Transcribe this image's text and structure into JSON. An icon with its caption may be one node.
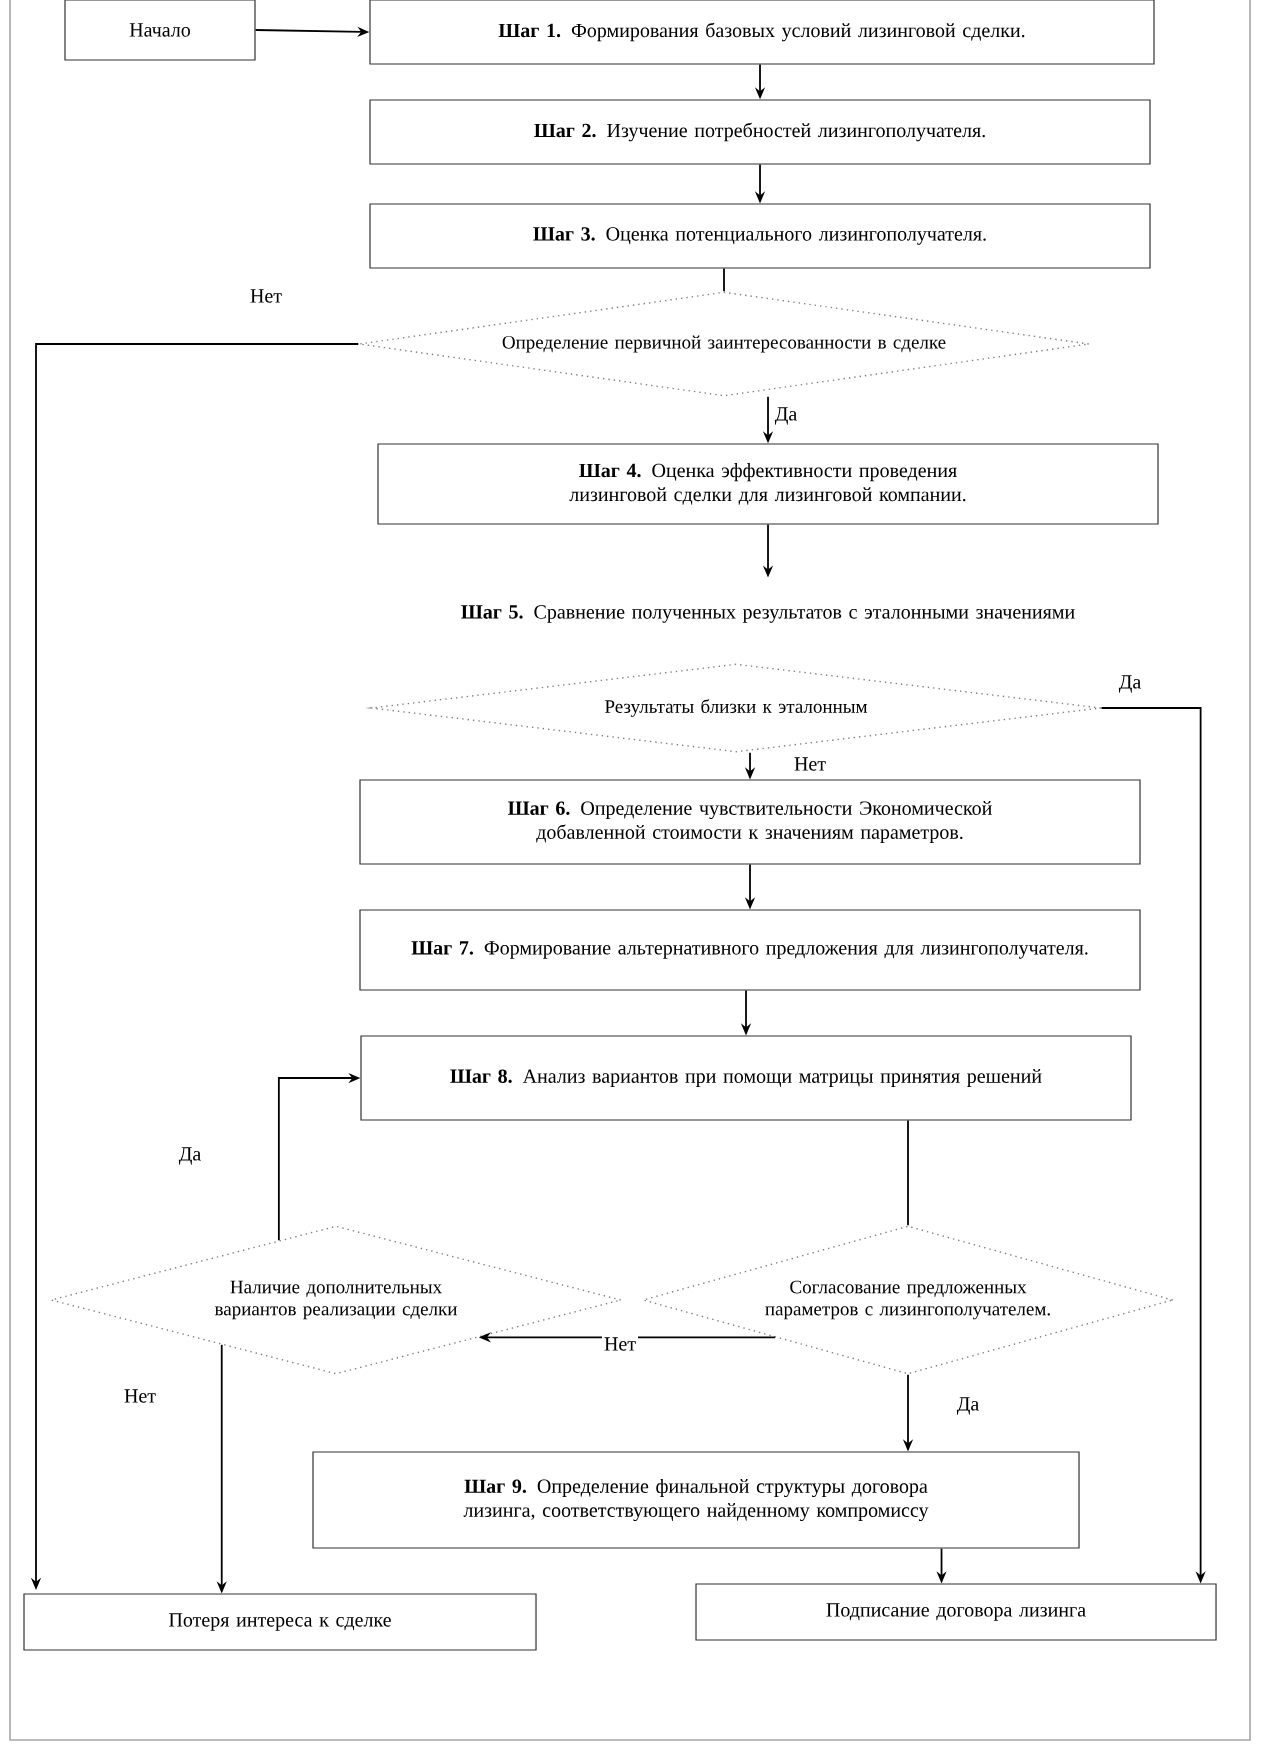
{
  "diagram": {
    "nodes": [
      {
        "text": [
          "Начало"
        ]
      },
      {
        "text": [
          "**Шаг 1.** Формирования базовых условий лизинговой сделки."
        ]
      },
      {
        "text": [
          "**Шаг 2.** Изучение потребностей лизингополучателя."
        ]
      },
      {
        "text": [
          "**Шаг 3.** Оценка потенциального лизингополучателя."
        ]
      },
      {
        "text": [
          "Определение первичной заинтересованности в сделке"
        ]
      },
      {
        "text": [
          "**Шаг 4.** Оценка эффективности проведения лизинговой сделки для лизинговой компании."
        ]
      },
      {
        "text": [
          "**Шаг 5.** Сравнение полученных результатов с эталонными значениями"
        ]
      },
      {
        "text": [
          "Результаты близки к эталонным"
        ]
      },
      {
        "text": [
          "**Шаг 6.** Определение чувствительности Экономической добавленной стоимости к значениям параметров."
        ]
      },
      {
        "text": [
          "**Шаг 7.** Формирование альтернативного предложения для лизингополучателя."
        ]
      },
      {
        "text": [
          "**Шаг 8.** Анализ вариантов при помощи матрицы принятия решений"
        ]
      },
      {
        "text": [
          "Наличие дополнительных вариантов реализации сделки"
        ]
      },
      {
        "text": [
          "Согласование предложенных параметров с лизингополучателем."
        ]
      },
      {
        "text": [
          "**Шаг 9.** Определение финальной структуры договора лизинга, соответствующего найденному компромиссу"
        ]
      },
      {
        "text": [
          "Потеря интереса к сделке"
        ]
      },
      {
        "text": [
          "Подписание договора лизинга"
        ]
      }
    ],
    "edges": [
      {
        "from": 0,
        "to": 1,
        "arrow": "to"
      },
      {
        "from": 1,
        "to": 2,
        "arrow": "to"
      },
      {
        "from": 2,
        "to": 3,
        "arrow": "to"
      },
      {
        "from": 3,
        "to": 4,
        "arrow": "none"
      },
      {
        "from": 4,
        "to": 5,
        "arrow": "to",
        "label": "Да"
      },
      {
        "from": 4,
        "to": 14,
        "arrow": "to",
        "label": "Нет"
      },
      {
        "from": 5,
        "to": 6,
        "arrow": "to"
      },
      {
        "from": 7,
        "to": 8,
        "arrow": "to",
        "label": "Нет"
      },
      {
        "from": 7,
        "to": 15,
        "arrow": "to",
        "label": "Да"
      },
      {
        "from": 8,
        "to": 9,
        "arrow": "to"
      },
      {
        "from": 9,
        "to": 10,
        "arrow": "to"
      },
      {
        "from": 10,
        "to": 12,
        "arrow": "none"
      },
      {
        "from": 12,
        "to": 11,
        "arrow": "to",
        "label": "Нет"
      },
      {
        "from": 12,
        "to": 13,
        "arrow": "to",
        "label": "Да"
      },
      {
        "from": 11,
        "to": 10,
        "arrow": "to",
        "label": "Да"
      },
      {
        "from": 11,
        "to": 14,
        "arrow": "to",
        "label": "Нет"
      },
      {
        "from": 13,
        "to": 15,
        "arrow": "to"
      }
    ]
  }
}
